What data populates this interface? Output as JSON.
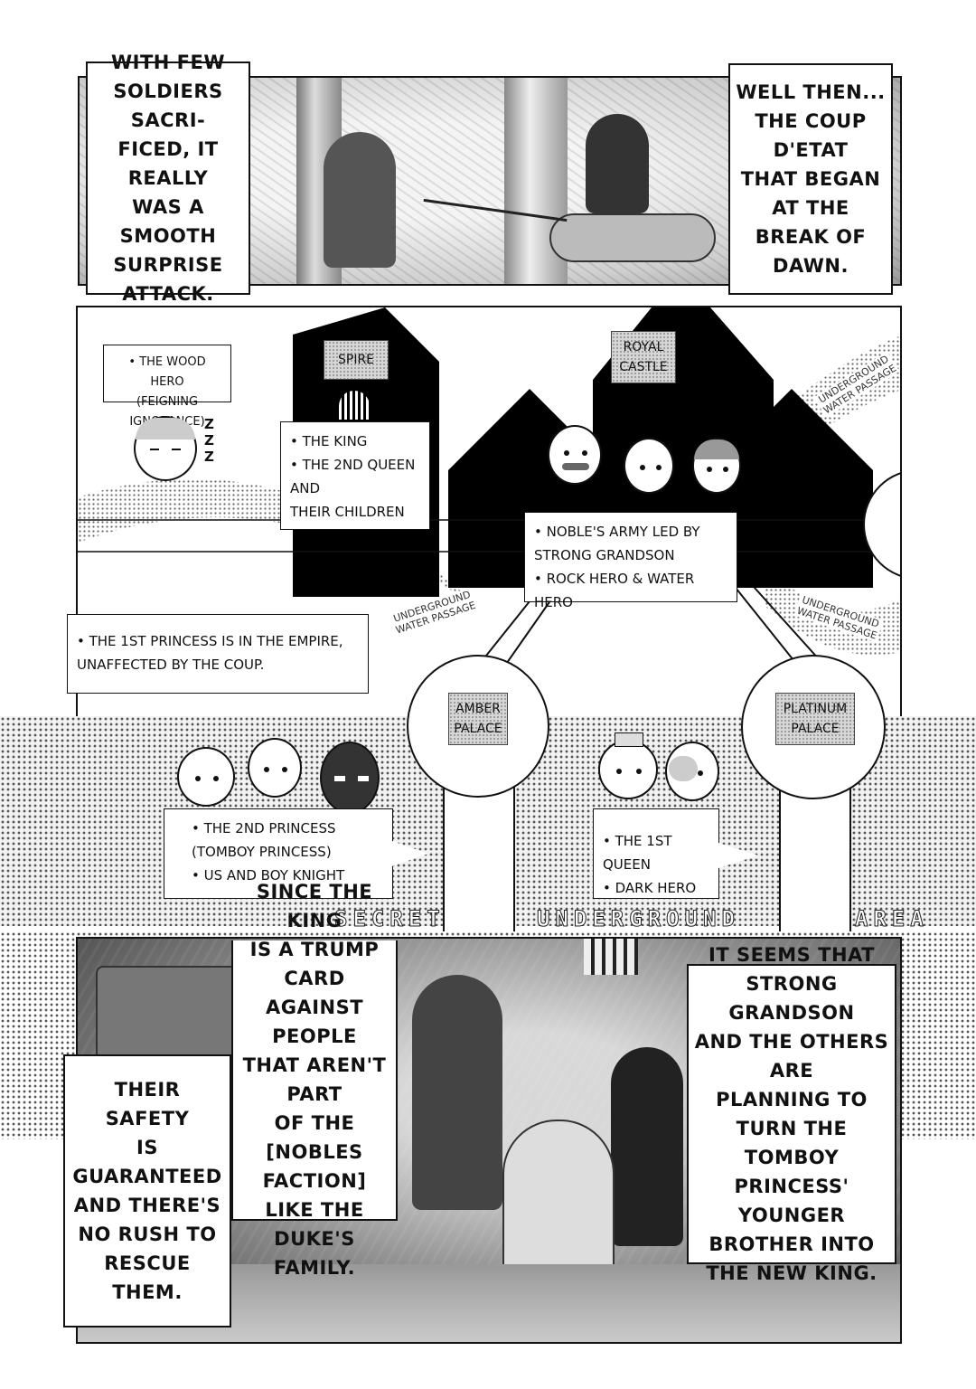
{
  "top": {
    "caption_left": "WITH FEW\nSOLDIERS SACRI-\nFICED, IT REALLY\nWAS A SMOOTH\nSURPRISE ATTACK.",
    "caption_right": "WELL THEN...\nTHE COUP D'ETAT\nTHAT BEGAN AT THE\nBREAK OF DAWN."
  },
  "map": {
    "labels": {
      "spire": "SPIRE",
      "royal_castle": "ROYAL\nCASTLE",
      "amber_palace": "AMBER\nPALACE",
      "platinum_palace": "PLATINUM\nPALACE"
    },
    "notes": {
      "wood_hero": "• THE WOOD HERO\n(FEIGNING IGNORANCE)",
      "king": "• THE KING\n• THE 2ND QUEEN AND\n  THEIR CHILDREN",
      "nobles": "• NOBLE'S ARMY LED BY\n  STRONG GRANDSON\n• ROCK HERO & WATER HERO",
      "first_princess": "• THE 1ST PRINCESS IS IN THE EMPIRE,\n  UNAFFECTED BY THE COUP.",
      "second_princess": "• THE 2ND PRINCESS\n  (TOMBOY PRINCESS)\n• US AND BOY KNIGHT",
      "first_queen": "• THE 1ST QUEEN\n• DARK HERO"
    },
    "passages": {
      "top_right": "UNDERGROUND\nWATER PASSAGE",
      "left": "UNDERGROUND\nWATER PASSAGE",
      "right": "UNDERGROUND\nWATER PASSAGE"
    },
    "sleep": "Z\nZ\nZ",
    "secret_area": [
      "SECRET",
      "UNDERGROUND",
      "AREA"
    ]
  },
  "bottom": {
    "caption_king": "SINCE THE KING\nIS A TRUMP CARD\nAGAINST PEOPLE\nTHAT AREN'T PART\nOF THE [NOBLES\nFACTION] LIKE THE\nDUKE'S FAMILY.",
    "caption_safety": "THEIR SAFETY\nIS GUARANTEED\nAND THERE'S\nNO RUSH TO\nRESCUE THEM.",
    "caption_grandson": "IT SEEMS THAT\nSTRONG GRANDSON\nAND THE OTHERS ARE\nPLANNING TO TURN THE\nTOMBOY PRINCESS'\nYOUNGER BROTHER INTO\nTHE NEW KING."
  }
}
